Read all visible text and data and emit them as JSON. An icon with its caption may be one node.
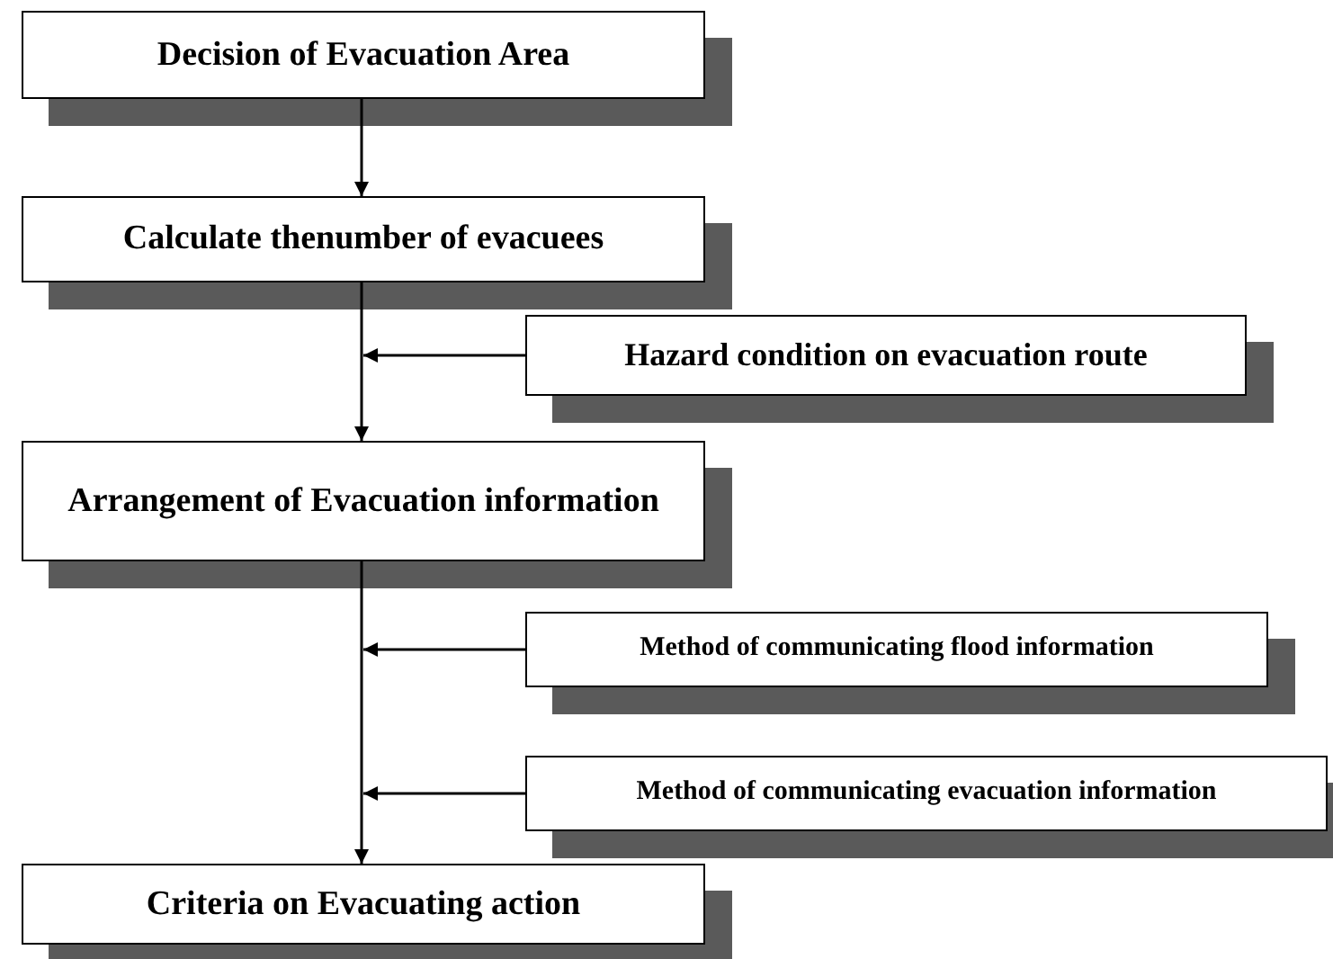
{
  "diagram": {
    "nodes": [
      {
        "text": [
          "Decision of Evacuation Area"
        ]
      },
      {
        "text": [
          "Calculate thenumber of evacuees"
        ]
      },
      {
        "text": [
          "Hazard condition on evacuation route"
        ]
      },
      {
        "text": [
          "Arrangement of Evacuation information"
        ]
      },
      {
        "text": [
          "Method of communicating flood information"
        ]
      },
      {
        "text": [
          "Method of communicating evacuation information"
        ]
      },
      {
        "text": [
          "Criteria on Evacuating action"
        ]
      }
    ],
    "edges": [
      {
        "from": 0,
        "to": 1,
        "arrow": "to"
      },
      {
        "from": 1,
        "to": 3,
        "arrow": "to"
      },
      {
        "from": 2,
        "to": null,
        "arrow": "to"
      },
      {
        "from": 3,
        "to": 6,
        "arrow": "to"
      },
      {
        "from": 4,
        "to": null,
        "arrow": "to"
      },
      {
        "from": 5,
        "to": null,
        "arrow": "to"
      }
    ]
  }
}
